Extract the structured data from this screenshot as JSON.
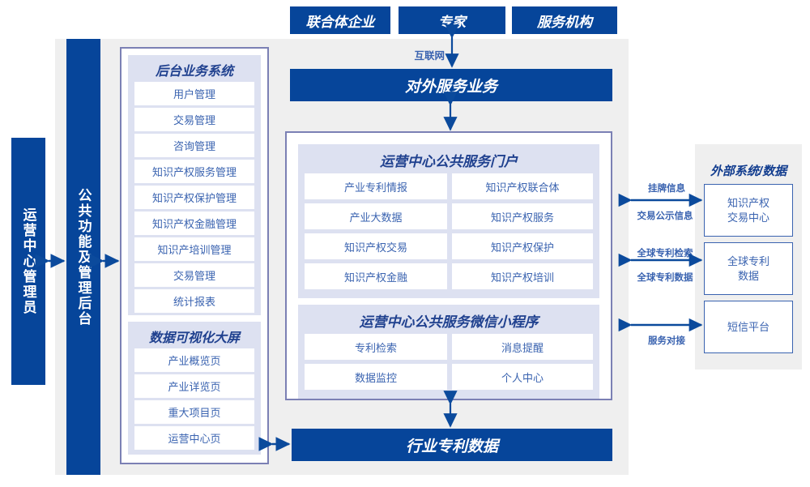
{
  "colors": {
    "brand_blue": "#06459a",
    "panel_lavender": "#dde1f1",
    "group_border": "#7b80b4",
    "stage_gray": "#efefef",
    "text_blue": "#3a63b0"
  },
  "top_actors": [
    {
      "label": "联合体企业"
    },
    {
      "label": "专家"
    },
    {
      "label": "服务机构"
    }
  ],
  "connectors": {
    "internet_label": "互联网"
  },
  "external_service_bar": {
    "label": "对外服务业务"
  },
  "industry_data_bar": {
    "label": "行业专利数据"
  },
  "left_columns": [
    {
      "label": "运营中心管理员"
    },
    {
      "label": "公共功能及管理后台"
    }
  ],
  "backend_system": {
    "title": "后台业务系统",
    "items": [
      {
        "label": "用户管理"
      },
      {
        "label": "交易管理"
      },
      {
        "label": "咨询管理"
      },
      {
        "label": "知识产权服务管理"
      },
      {
        "label": "知识产权保护管理"
      },
      {
        "label": "知识产权金融管理"
      },
      {
        "label": "知识产培训管理"
      },
      {
        "label": "交易管理"
      },
      {
        "label": "统计报表"
      }
    ]
  },
  "data_visualization": {
    "title": "数据可视化大屏",
    "items": [
      {
        "label": "产业概览页"
      },
      {
        "label": "产业详览页"
      },
      {
        "label": "重大项目页"
      },
      {
        "label": "运营中心页"
      }
    ]
  },
  "public_portal": {
    "title": "运营中心公共服务门户",
    "items": [
      {
        "label": "产业专利情报"
      },
      {
        "label": "知识产权联合体"
      },
      {
        "label": "产业大数据"
      },
      {
        "label": "知识产权服务"
      },
      {
        "label": "知识产权交易"
      },
      {
        "label": "知识产权保护"
      },
      {
        "label": "知识产权金融"
      },
      {
        "label": "知识产权培训"
      }
    ]
  },
  "mini_program": {
    "title": "运营中心公共服务微信小程序",
    "items": [
      {
        "label": "专利检索"
      },
      {
        "label": "消息提醒"
      },
      {
        "label": "数据监控"
      },
      {
        "label": "个人中心"
      }
    ]
  },
  "external_systems": {
    "title": "外部系统/数据",
    "items": [
      {
        "label_line1": "知识产权",
        "label_line2": "交易中心",
        "flow_out": "挂牌信息",
        "flow_in": "交易公示信息"
      },
      {
        "label_line1": "全球专利",
        "label_line2": "数据",
        "flow_out": "全球专利检索",
        "flow_in": "全球专利数据"
      },
      {
        "label_line1": "短信平台",
        "label_line2": "",
        "flow_out": "",
        "flow_in": "服务对接"
      }
    ]
  }
}
